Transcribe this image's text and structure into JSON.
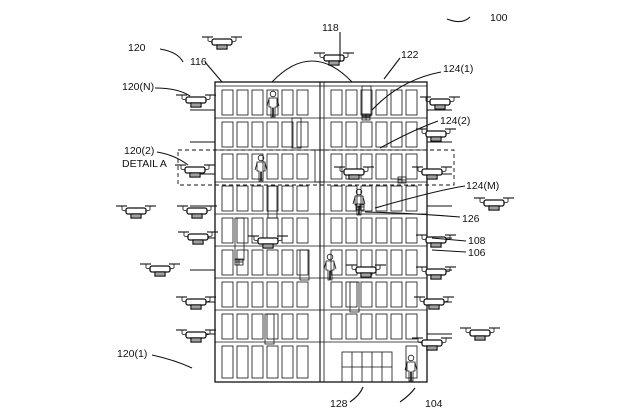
{
  "labels": {
    "r100": "100",
    "r118": "118",
    "r120": "120",
    "r116": "116",
    "r122": "122",
    "r120n": "120(N)",
    "r124_1": "124(1)",
    "r124_2": "124(2)",
    "r120_2": "120(2)",
    "detail_a": "DETAIL A",
    "r124_m": "124(M)",
    "r126": "126",
    "r108": "108",
    "r106": "106",
    "r120_1": "120(1)",
    "r128": "128",
    "r104": "104"
  },
  "icons": [
    "drone-icon",
    "person-icon",
    "package-icon",
    "dome",
    "cargo-door"
  ]
}
